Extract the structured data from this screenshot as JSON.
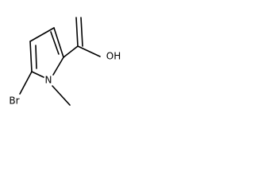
{
  "molecule": {
    "labels": {
      "oh": "OH",
      "n": "N",
      "br": "Br"
    }
  }
}
